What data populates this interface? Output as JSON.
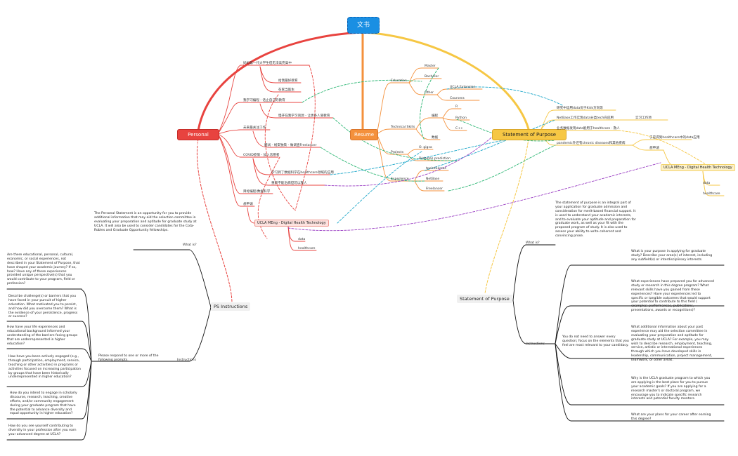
{
  "root_title": "文书",
  "branches": {
    "ps": "Personal Statement",
    "resume": "Resume",
    "sop": "Statement of Purpose"
  },
  "personal_statement_items": [
    "妈妈第一代大学生但无法读完高中",
    "给我最好教育",
    "在家当医生",
    "我学习编程 - 话止自己的教育",
    "慢开在我学习资源 - 让更多人受教育",
    "未来最关注工作",
    "面试 - 线安独策 - 做调查Freelancer",
    "COVID疫情 - 加入志愿者",
    "学习到了数据科学在healthcare领域的应用",
    "重新不能治病但可以救人",
    "目标编程/数据科学",
    "想申请",
    "UCLA MEng - Digital Health Technology",
    "data",
    "healthcare"
  ],
  "resume_items": {
    "education": "Education",
    "master": "Master",
    "bachelor": "Bachelor",
    "other": "Other",
    "ucla_extension": "UCLA Extension",
    "coursera": "Coursera",
    "technical_skills": "Technical Skills",
    "biancheng": "编程",
    "r": "R",
    "python": "Python",
    "cpp": "C++",
    "shuju": "数据",
    "projects": "Projects",
    "olgpa": "O. gigsa",
    "diabetes": "Diabetes prediction",
    "experience": "Experience",
    "tpoint": "tpoint3acres",
    "netbase": "NetBase",
    "freelancer": "Freelancer"
  },
  "sop_items": [
    "研究中运用data优于Kids方向等",
    "NetBase工作实现data分类tech向应用",
    "实习工作项",
    "业务数据发现data能用于healthcare · 救人",
    "pandemic外还有chronic diseases和其他疾病",
    "于是得到healthcare中的data应用",
    "想申请",
    "UCLA MEng - Digital Health Technology",
    "data",
    "healthcare"
  ],
  "ps_instructions": {
    "title": "PS Instructions",
    "what_is_label": "What is?",
    "what_is_text": "The Personal Statement is an opportunity for you to provide additional information that may aid the selection committee in evaluating your preparation and aptitude for graduate study at UCLA. It will also be used to consider candidates for the Cota-Robles and Graduate Opportunity fellowships.",
    "instructions_label": "Instructions",
    "instructions_text": "Please respond to one or more of the following prompts.",
    "prompts": [
      "Are there educational, personal, cultural, economic, or social experiences, not described in your Statement of Purpose, that have shaped your academic journey? If so, how? Have any of these experiences provided unique perspective(s) that you would contribute to your program, field or profession?",
      "Describe challenge(s) or barriers that you have faced in your pursuit of higher education. What motivated you to persist, and how did you overcome them? What is the evidence of your persistence, progress or success?",
      "How have your life experiences and educational background informed your understanding of the barriers facing groups that are underrepresented in higher education?",
      "How have you been actively engaged (e.g., through participation, employment, service, teaching or other activities) in programs or activities focused on increasing participation by groups that have been historically underrepresented in higher education?",
      "How do you intend to engage in scholarly discourse, research, teaching, creative efforts, and/or community engagement during your graduate program that have the potential to advance diversity and equal opportunity in higher education?",
      "How do you see yourself contributing to diversity in your profession after you earn your advanced degree at UCLA?"
    ]
  },
  "sop_instructions": {
    "title": "Statement of Purpose",
    "what_is_label": "What is?",
    "what_is_text": "The statement of purpose is an integral part of your application for graduate admission and consideration for merit-based financial support. It is used to understand your academic interests, and to evaluate your aptitude and preparation for graduate work, as well as your fit with the proposed program of study. It is also used to assess your ability to write coherent and convincing prose.",
    "instructions_label": "Instructions",
    "instructions_text": "You do not need to answer every question; focus on the elements that you feel are most relevant to your candidacy.",
    "prompts": [
      "What is your purpose in applying for graduate study? Describe your area(s) of interest, including any subfield(s) or interdisciplinary interests.",
      "What experiences have prepared you for advanced study or research in this degree program? What relevant skills have you gained from these experiences? Have your experiences led to specific or tangible outcomes that would support your potential to contribute to this field ( examples: performances, publications, presentations, awards or recognitions)?",
      "What additional information about your past experience may aid the selection committee in evaluating your preparation and aptitude for graduate study at UCLA? For example, you may wish to describe research, employment, teaching, service, artistic or international experiences through which you have developed skills in leadership, communication, project management, teamwork, or other areas.",
      "Why is the UCLA graduate program to which you are applying is the best place for you to pursue your academic goals? If you are applying for a research master's or doctoral program, we encourage you to indicate specific research interests and potential faculty mentors.",
      "What are your plans for your career after earning this degree?"
    ]
  },
  "colors": {
    "ps_red": "#e8433f",
    "resume_orange": "#f4913c",
    "sop_yellow": "#f6c744",
    "root_blue": "#1a8fe3",
    "link_green": "#2bb673",
    "link_purple": "#9b3fc4",
    "link_cyan": "#1aa6c9"
  }
}
